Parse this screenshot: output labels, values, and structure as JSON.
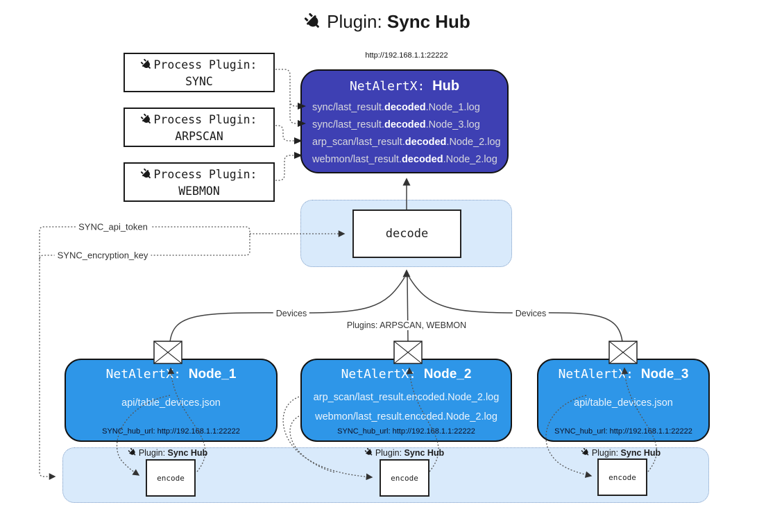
{
  "title": {
    "prefix": "Plugin: ",
    "bold": "Sync Hub"
  },
  "hub": {
    "url": "http://192.168.1.1:22222",
    "name_prefix": "NetAlertX: ",
    "name_bold": "Hub",
    "logs": [
      {
        "prefix": "sync/last_result.",
        "bold": "decoded",
        "suffix": ".Node_1.log"
      },
      {
        "prefix": "sync/last_result.",
        "bold": "decoded",
        "suffix": ".Node_3.log"
      },
      {
        "prefix": "arp_scan/last_result.",
        "bold": "decoded",
        "suffix": ".Node_2.log"
      },
      {
        "prefix": "webmon/last_result.",
        "bold": "decoded",
        "suffix": ".Node_2.log"
      }
    ]
  },
  "process_plugins": [
    {
      "title": "Process Plugin:",
      "name": "SYNC"
    },
    {
      "title": "Process Plugin:",
      "name": "ARPSCAN"
    },
    {
      "title": "Process Plugin:",
      "name": "WEBMON"
    }
  ],
  "decode_label": "decode",
  "encode_label": "encode",
  "encode_caption": {
    "prefix": "Plugin: ",
    "bold": "Sync Hub"
  },
  "settings": {
    "api_token": "SYNC_api_token",
    "encryption_key": "SYNC_encryption_key"
  },
  "edge_labels": {
    "devices_left": "Devices",
    "devices_right": "Devices",
    "plugins": "Plugins: ARPSCAN, WEBMON"
  },
  "nodes": [
    {
      "name_prefix": "NetAlertX: ",
      "name_bold": "Node_1",
      "lines": [
        "api/table_devices.json"
      ],
      "hub_url": "SYNC_hub_url: http://192.168.1.1:22222"
    },
    {
      "name_prefix": "NetAlertX: ",
      "name_bold": "Node_2",
      "lines": [
        "arp_scan/last_result.encoded.Node_2.log",
        "webmon/last_result.encoded.Node_2.log"
      ],
      "hub_url": "SYNC_hub_url: http://192.168.1.1:22222"
    },
    {
      "name_prefix": "NetAlertX: ",
      "name_bold": "Node_3",
      "lines": [
        "api/table_devices.json"
      ],
      "hub_url": "SYNC_hub_url: http://192.168.1.1:22222"
    }
  ],
  "colors": {
    "hub_fill": "#3E40B3",
    "node_fill": "#2E96E8",
    "band_fill": "#D9EAFB",
    "band_border": "#7E9CC4",
    "line": "#404040",
    "border": "#131313"
  }
}
